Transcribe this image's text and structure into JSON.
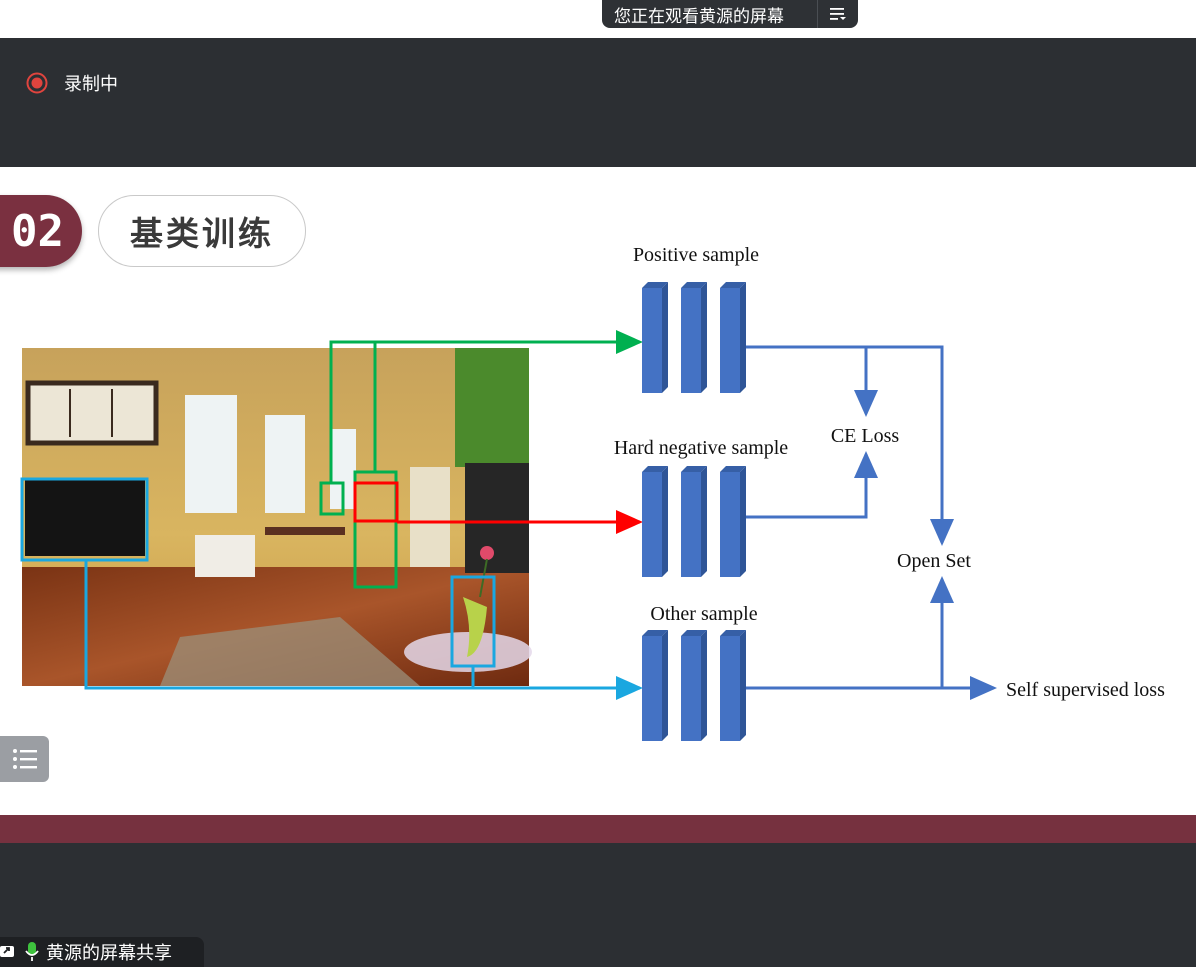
{
  "top_bar": {
    "share_status": "您正在观看黄源的屏幕"
  },
  "recording": {
    "label": "录制中"
  },
  "slide": {
    "section_number": "02",
    "section_title": "基类训练",
    "diagram": {
      "positive": "Positive sample",
      "hard_negative": "Hard negative sample",
      "other": "Other sample",
      "ce_loss": "CE Loss",
      "open_set": "Open Set",
      "self_supervised": "Self supervised loss"
    }
  },
  "status_bar": {
    "label": "黄源的屏幕共享"
  },
  "colors": {
    "slide_accent": "#76313f",
    "block": "#4472c4",
    "green_box": "#00b050",
    "red_box": "#ff0000",
    "cyan_box": "#1aa7e0"
  },
  "icons": [
    "record-icon",
    "menu-icon",
    "slide-list-icon",
    "screen-share-icon",
    "mic-icon"
  ]
}
